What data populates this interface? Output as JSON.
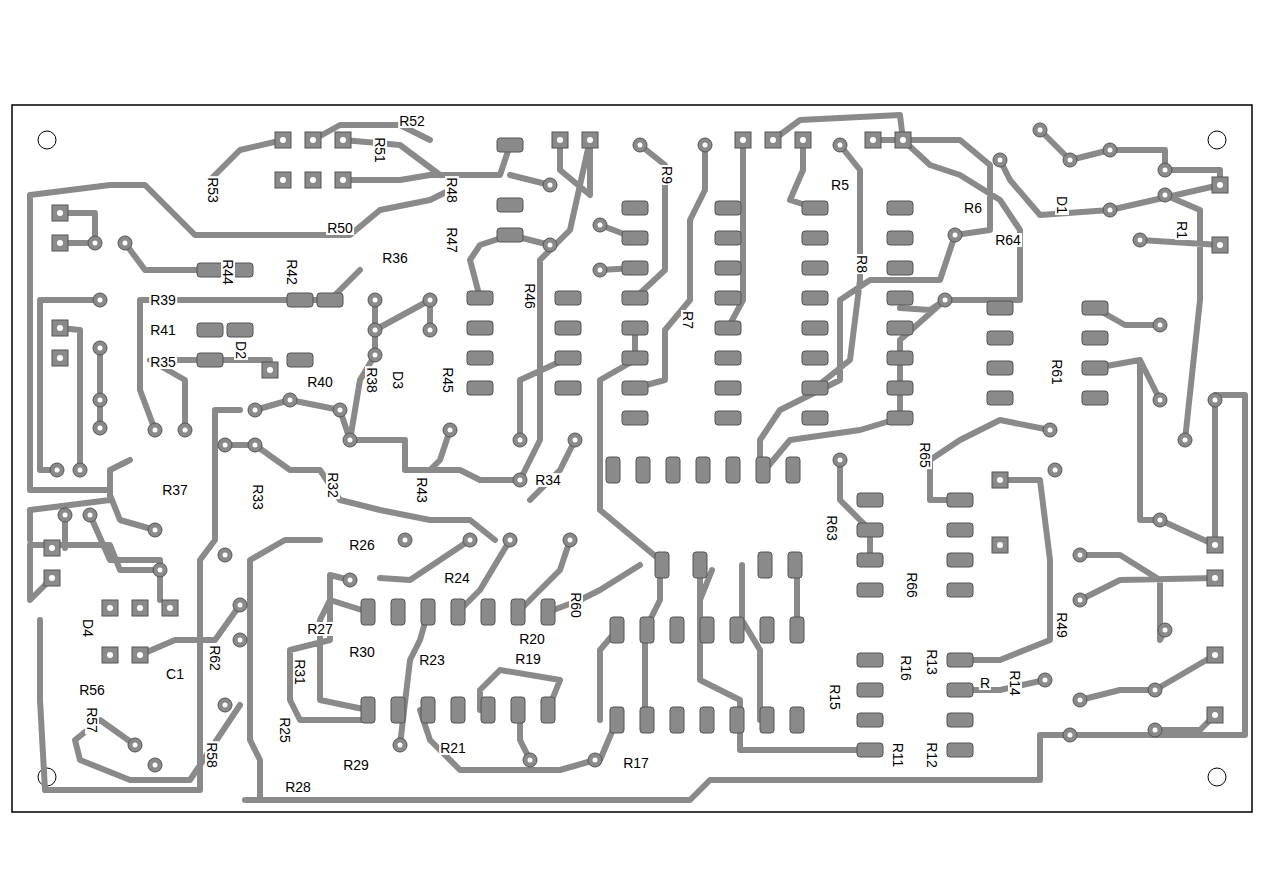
{
  "diagram": {
    "labels": [
      "R52",
      "R51",
      "R53",
      "R50",
      "R48",
      "R47",
      "R36",
      "R44",
      "R42",
      "R39",
      "R41",
      "R35",
      "D2",
      "R40",
      "R38",
      "D3",
      "R45",
      "R46",
      "R9",
      "R7",
      "R5",
      "R8",
      "R6",
      "R64",
      "D1",
      "R1",
      "R61",
      "R37",
      "R33",
      "R32",
      "R43",
      "R34",
      "R26",
      "R24",
      "R27",
      "R30",
      "R60",
      "R20",
      "R19",
      "R23",
      "R31",
      "R25",
      "R21",
      "R29",
      "R28",
      "R17",
      "R63",
      "R66",
      "R65",
      "R49",
      "R13",
      "R16",
      "R15",
      "R14",
      "R",
      "R12",
      "R11",
      "D4",
      "R56",
      "C1",
      "R62",
      "R57",
      "R58"
    ]
  }
}
